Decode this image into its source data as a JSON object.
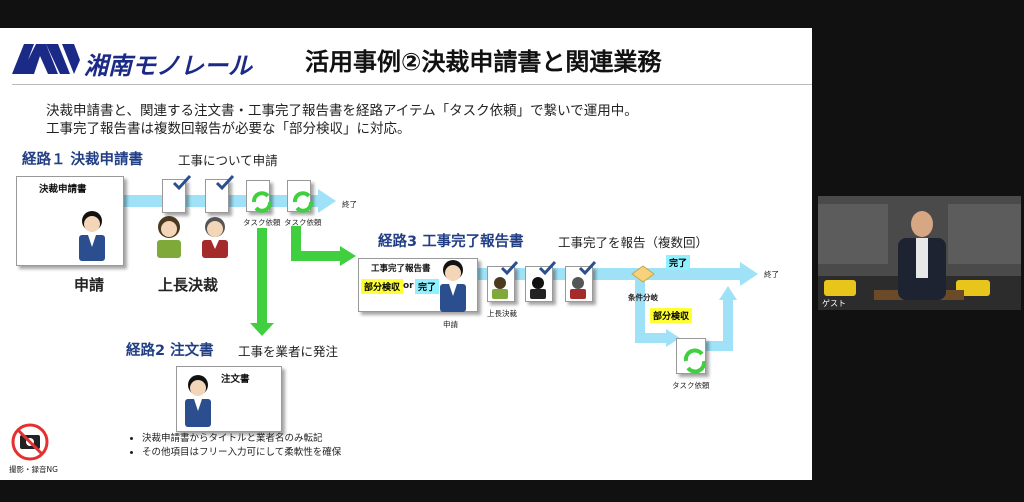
{
  "slide": {
    "logo_text": "湘南モノレール",
    "title": "活用事例②決裁申請書と関連業務",
    "intro_line1": "決裁申請書と、関連する注文書・工事完了報告書を経路アイテム「タスク依頼」で繋いで運用中。",
    "intro_line2": "工事完了報告書は複数回報告が必要な「部分検収」に対応。",
    "route1": {
      "heading": "経路１ 決裁申請書",
      "sub": "工事について申請",
      "doc_title": "決裁申請書",
      "task1": "タスク依頼",
      "task2": "タスク依頼",
      "end": "終了",
      "applicant": "申請",
      "approver": "上長決裁"
    },
    "route2": {
      "heading": "経路2 注文書",
      "sub": "工事を業者に発注",
      "doc_title": "注文書",
      "notes": [
        "決裁申請書からタイトルと業者名のみ転記",
        "その他項目はフリー入力可にして柔軟性を確保"
      ]
    },
    "route3": {
      "heading": "経路3 工事完了報告書",
      "sub": "工事完了を報告（複数回）",
      "doc_title": "工事完了報告書",
      "partial": "部分検収",
      "or": "or",
      "complete": "完了",
      "applicant": "申請",
      "approver": "上長決裁",
      "condition": "条件分岐",
      "branch_complete": "完了",
      "branch_partial": "部分検収",
      "end": "終了",
      "task": "タスク依頼"
    },
    "ng_label": "撮影・録音NG",
    "colors": {
      "arrow": "#9fe2f7",
      "green": "#3fcf3f",
      "navy": "#223f86",
      "highlight": "#8ff0ff",
      "yellow": "#ffff33"
    }
  },
  "video": {
    "caption": "ゲスト"
  }
}
